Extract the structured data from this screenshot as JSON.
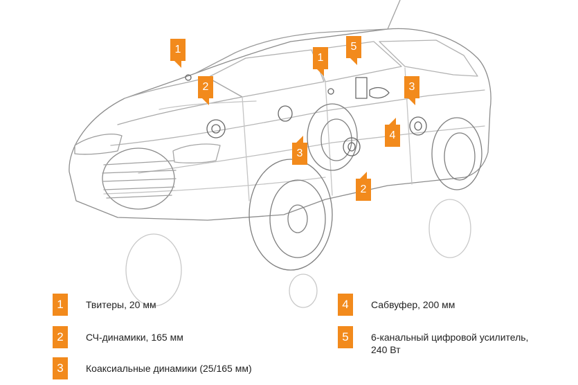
{
  "callouts": [
    {
      "id": "c1a",
      "label": "1"
    },
    {
      "id": "c2a",
      "label": "2"
    },
    {
      "id": "c1b",
      "label": "1"
    },
    {
      "id": "c5",
      "label": "5"
    },
    {
      "id": "c3a",
      "label": "3"
    },
    {
      "id": "c4",
      "label": "4"
    },
    {
      "id": "c3b",
      "label": "3"
    },
    {
      "id": "c2b",
      "label": "2"
    }
  ],
  "legend": [
    {
      "number": "1",
      "text": "Твитеры, 20 мм"
    },
    {
      "number": "2",
      "text": "СЧ-динамики, 165 мм"
    },
    {
      "number": "3",
      "text": "Коаксиальные динамики (25/165 мм)"
    },
    {
      "number": "4",
      "text": "Сабвуфер, 200 мм"
    },
    {
      "number": "5",
      "text": "6-канальный цифровой усилитель,\n240 Вт"
    }
  ],
  "colors": {
    "accent": "#f28a1c",
    "line": "#9a9a9a",
    "text": "#222222"
  }
}
